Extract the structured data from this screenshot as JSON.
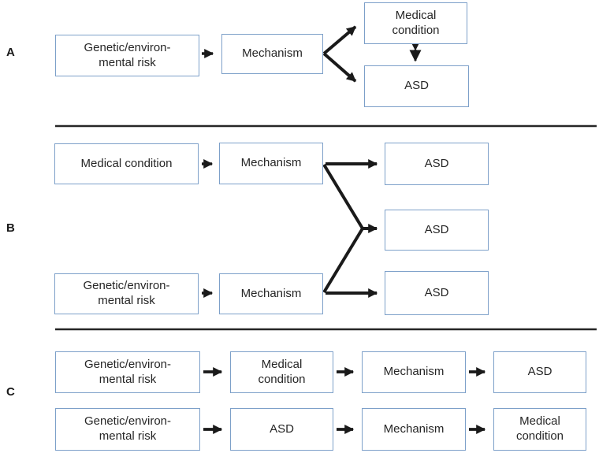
{
  "figure": {
    "panel_a_label": "A",
    "panel_b_label": "B",
    "panel_c_label": "C"
  },
  "colors": {
    "box_border": "#7da0c9",
    "arrow": "#1a1a1a",
    "separator": "#262626",
    "text": "#262626",
    "background": "#ffffff"
  },
  "boxes": {
    "a_risk": "Genetic/environ-\nmental risk",
    "a_mechanism": "Mechanism",
    "a_medical": "Medical\ncondition",
    "a_asd": "ASD",
    "b_medical": "Medical condition",
    "b_mechanism_top": "Mechanism",
    "b_asd_top": "ASD",
    "b_asd_middle": "ASD",
    "b_risk": "Genetic/environ-\nmental risk",
    "b_mechanism_bottom": "Mechanism",
    "b_asd_bottom": "ASD",
    "c1_risk": "Genetic/environ-\nmental risk",
    "c1_medical": "Medical\ncondition",
    "c1_mechanism": "Mechanism",
    "c1_asd": "ASD",
    "c2_risk": "Genetic/environ-\nmental risk",
    "c2_asd": "ASD",
    "c2_mechanism": "Mechanism",
    "c2_medical": "Medical\ncondition"
  },
  "connections": {
    "panel_a": [
      {
        "from": "Genetic/environ-mental risk",
        "to": "Mechanism",
        "type": "arrow"
      },
      {
        "from": "Mechanism",
        "to": "Medical condition",
        "type": "arrow"
      },
      {
        "from": "Mechanism",
        "to": "ASD",
        "type": "arrow"
      },
      {
        "from": "Medical condition",
        "to": "ASD",
        "type": "double-arrow"
      }
    ],
    "panel_b": [
      {
        "from": "Medical condition",
        "to": "Mechanism (top)",
        "type": "arrow"
      },
      {
        "from": "Mechanism (top)",
        "to": "ASD (top)",
        "type": "arrow"
      },
      {
        "from": "Mechanism (top)",
        "to": "ASD (middle)",
        "type": "arrow-converging"
      },
      {
        "from": "Mechanism (bottom)",
        "to": "ASD (middle)",
        "type": "arrow-converging"
      },
      {
        "from": "Genetic/environ-mental risk",
        "to": "Mechanism (bottom)",
        "type": "arrow"
      },
      {
        "from": "Mechanism (bottom)",
        "to": "ASD (bottom)",
        "type": "arrow"
      }
    ],
    "panel_c": [
      {
        "from": "Genetic/environ-mental risk",
        "to": "Medical condition",
        "type": "arrow"
      },
      {
        "from": "Medical condition",
        "to": "Mechanism",
        "type": "arrow"
      },
      {
        "from": "Mechanism",
        "to": "ASD",
        "type": "arrow"
      },
      {
        "from": "Genetic/environ-mental risk",
        "to": "ASD",
        "type": "arrow"
      },
      {
        "from": "ASD",
        "to": "Mechanism",
        "type": "arrow"
      },
      {
        "from": "Mechanism",
        "to": "Medical condition",
        "type": "arrow"
      }
    ]
  }
}
